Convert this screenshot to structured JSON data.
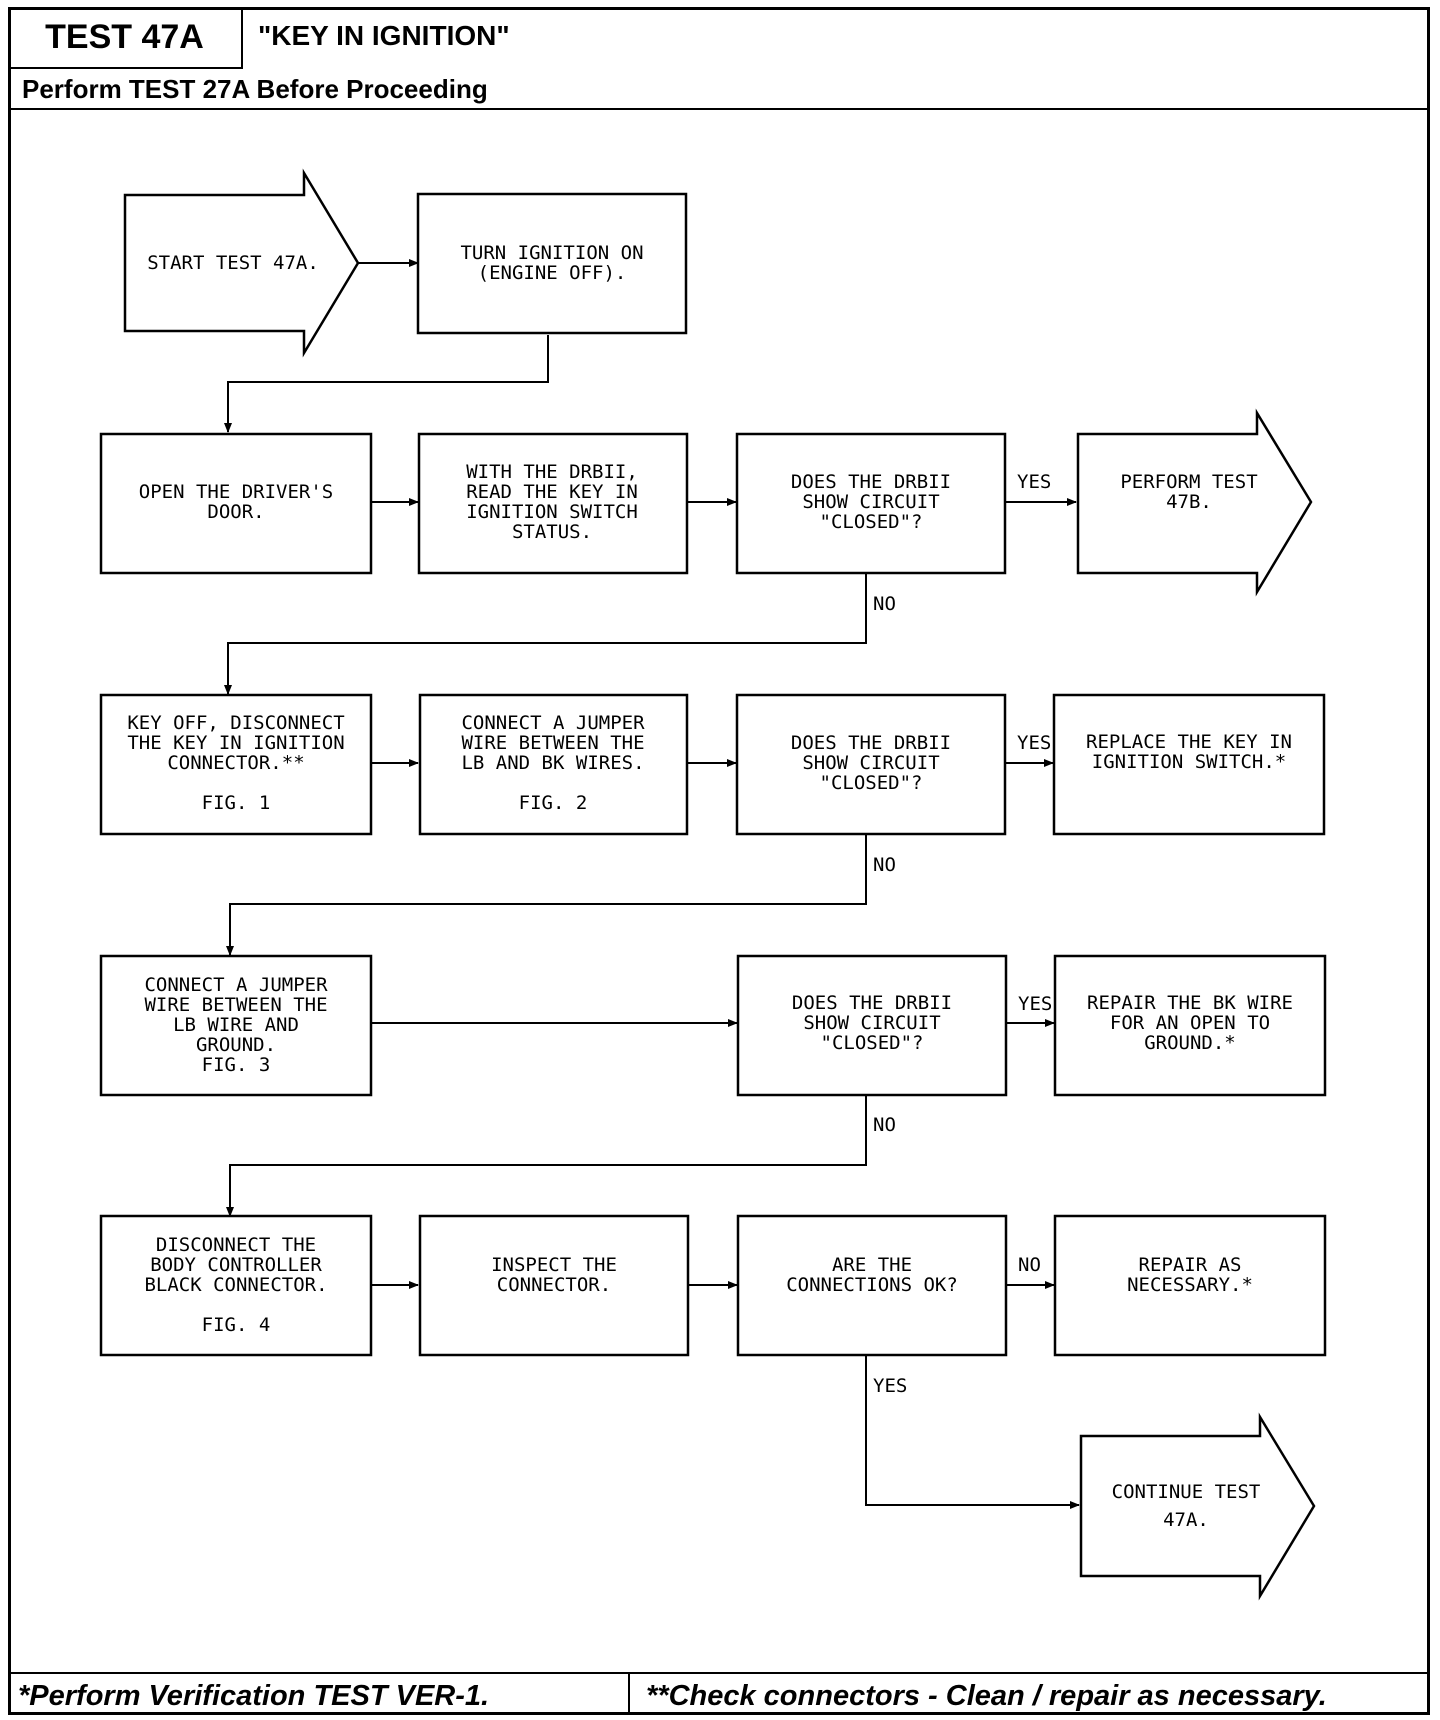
{
  "header": {
    "test_id": "TEST 47A",
    "title": "\"KEY IN IGNITION\"",
    "prerequisite": "Perform TEST 27A Before Proceeding"
  },
  "flowchart": {
    "start": [
      "START TEST 47A."
    ],
    "turn_ignition": [
      "TURN IGNITION ON",
      "(ENGINE OFF)."
    ],
    "open_door": [
      "OPEN THE DRIVER'S",
      "DOOR."
    ],
    "read_status": [
      "WITH THE DRBII,",
      "READ THE KEY IN",
      "IGNITION SWITCH",
      "STATUS."
    ],
    "decision_1": [
      "DOES THE DRBII",
      "SHOW CIRCUIT",
      "\"CLOSED\"?"
    ],
    "perform_47b": [
      "PERFORM TEST",
      "47B."
    ],
    "disconnect_key": [
      "KEY OFF, DISCONNECT",
      "THE KEY IN IGNITION",
      "CONNECTOR.**",
      "",
      "FIG. 1"
    ],
    "jumper_lb_bk": [
      "CONNECT A JUMPER",
      "WIRE BETWEEN THE",
      "LB AND BK WIRES.",
      "",
      "FIG. 2"
    ],
    "decision_2": [
      "DOES THE DRBII",
      "SHOW CIRCUIT",
      "\"CLOSED\"?"
    ],
    "replace_switch": [
      "REPLACE THE KEY IN",
      "IGNITION SWITCH.*"
    ],
    "jumper_lb_ground": [
      "CONNECT A JUMPER",
      "WIRE BETWEEN THE",
      "LB WIRE AND",
      "GROUND.",
      "FIG. 3"
    ],
    "decision_3": [
      "DOES THE DRBII",
      "SHOW CIRCUIT",
      "\"CLOSED\"?"
    ],
    "repair_bk": [
      "REPAIR THE BK WIRE",
      "FOR AN OPEN TO",
      "GROUND.*"
    ],
    "disconnect_body": [
      "DISCONNECT THE",
      "BODY CONTROLLER",
      "BLACK CONNECTOR.",
      "",
      "FIG. 4"
    ],
    "inspect": [
      "INSPECT THE",
      "CONNECTOR."
    ],
    "decision_4": [
      "ARE THE",
      "CONNECTIONS OK?"
    ],
    "repair_necessary": [
      "REPAIR AS",
      "NECESSARY.*"
    ],
    "continue": [
      "CONTINUE TEST",
      "",
      "47A."
    ],
    "labels": {
      "yes_1": "YES",
      "no_1": "NO",
      "yes_2": "YES",
      "no_2": "NO",
      "yes_3": "YES",
      "no_3": "NO",
      "no_4": "NO",
      "yes_4": "YES"
    }
  },
  "footer": {
    "left": "*Perform Verification TEST VER-1.",
    "right": "**Check connectors - Clean / repair as necessary."
  }
}
